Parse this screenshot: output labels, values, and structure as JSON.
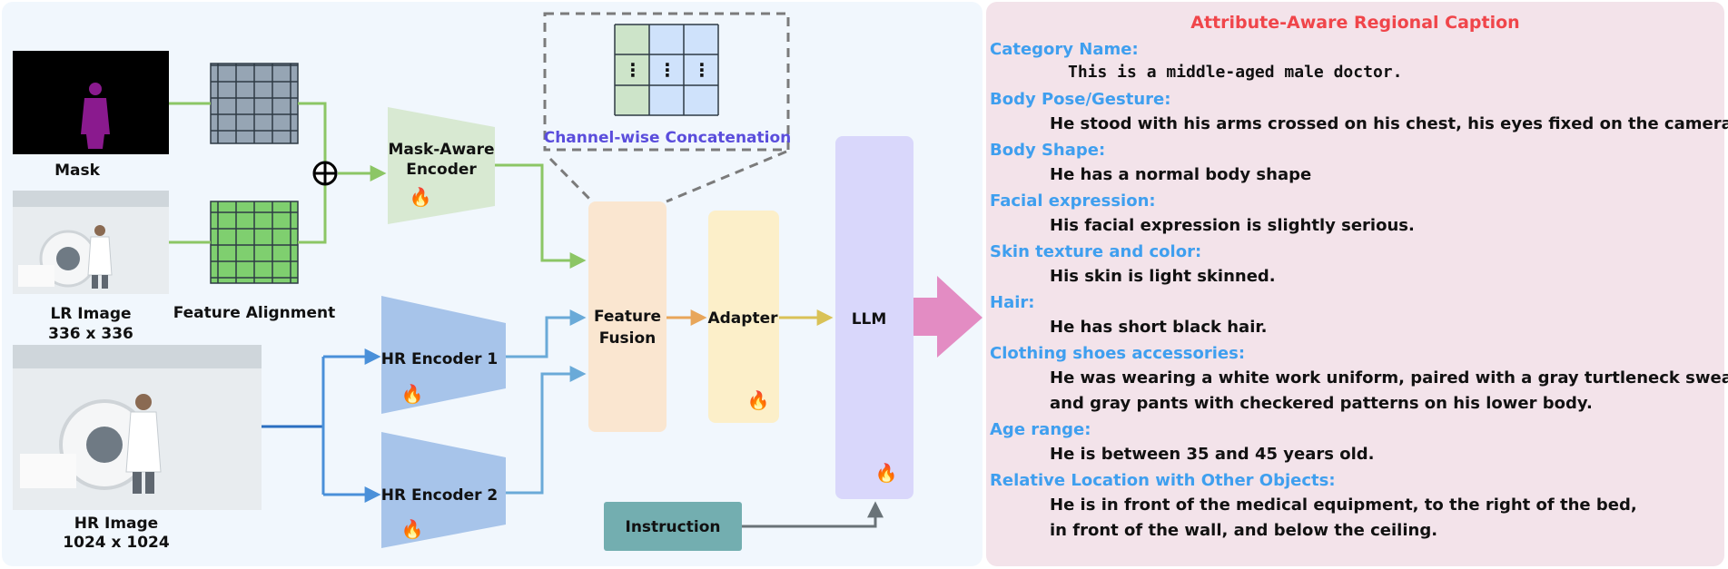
{
  "labels": {
    "mask": "Mask",
    "lr_image_title": "LR Image",
    "lr_image_size": "336 x 336",
    "hr_image_title": "HR Image",
    "hr_image_size": "1024 x 1024",
    "feature_alignment": "Feature Alignment",
    "channel_concat": "Channel-wise Concatenation",
    "concat_ellipsis": "⋮"
  },
  "blocks": {
    "mask_encoder_line1": "Mask-Aware",
    "mask_encoder_line2": "Encoder",
    "hr_encoder_1": "HR Encoder 1",
    "hr_encoder_2": "HR Encoder 2",
    "feature_fusion_line1": "Feature",
    "feature_fusion_line2": "Fusion",
    "adapter": "Adapter",
    "llm": "LLM",
    "instruction": "Instruction"
  },
  "icons": {
    "fire": "🔥",
    "fusion_operator": "⊕"
  },
  "caption": {
    "title": "Attribute-Aware Regional Caption",
    "entries": [
      {
        "key": "Category Name:",
        "lines": [
          "This is a middle-aged male doctor."
        ]
      },
      {
        "key": "Body Pose/Gesture:",
        "lines": [
          "He stood with his arms crossed on his chest, his eyes fixed on the camera."
        ]
      },
      {
        "key": "Body Shape:",
        "lines": [
          "He has a normal body shape"
        ]
      },
      {
        "key": "Facial expression:",
        "lines": [
          "His facial expression is slightly serious."
        ]
      },
      {
        "key": "Skin texture and color:",
        "lines": [
          "His skin is light skinned."
        ]
      },
      {
        "key": "Hair:",
        "lines": [
          "He has short black hair."
        ]
      },
      {
        "key": "Clothing shoes accessories:",
        "lines": [
          "He was wearing a white work uniform, paired with a gray turtleneck sweater,",
          "and gray pants with checkered patterns on his lower body."
        ]
      },
      {
        "key": "Age range:",
        "lines": [
          "He is between 35 and 45 years old."
        ]
      },
      {
        "key": "Relative Location with Other Objects:",
        "lines": [
          "He is in front of the medical equipment, to the right of the bed,",
          "in front of the wall, and below the ceiling."
        ]
      }
    ]
  },
  "colors": {
    "diagram_bg": "#f1f7fd",
    "caption_bg": "#f3e3ea",
    "caption_title": "#f0454a",
    "caption_key": "#3f9fef",
    "green_path": "#8cc665",
    "blue_path": "#4a90d9",
    "orange_path": "#e8a65a",
    "yellow_path": "#d9c257",
    "gray_path": "#6a7378",
    "pink_arrow": "#e38cc3",
    "concat_text": "#5a4ddc"
  }
}
